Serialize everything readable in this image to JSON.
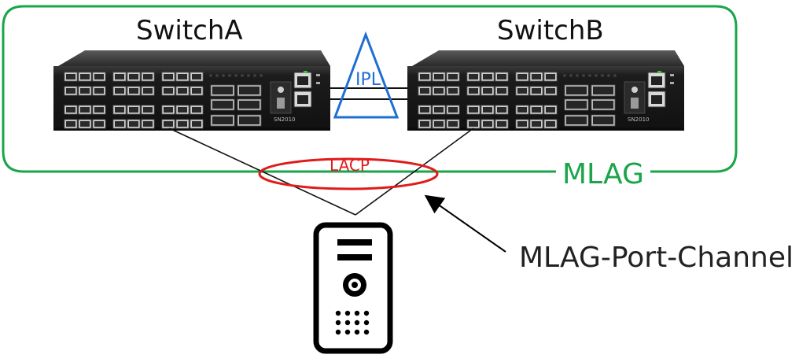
{
  "labels": {
    "switch_a": "SwitchA",
    "switch_b": "SwitchB",
    "ipl": "IPL",
    "lacp": "LACP",
    "mlag": "MLAG",
    "mlag_port_channel": "MLAG-Port-Channel"
  },
  "colors": {
    "mlag_green": "#1aa54a",
    "ipl_blue": "#1f6fd1",
    "lacp_red": "#e01b1b",
    "switch_body": "#1c1c1c",
    "server_stroke": "#000000"
  },
  "icons": {
    "switch_a": "network-switch-icon",
    "switch_b": "network-switch-icon",
    "server": "server-tower-icon",
    "arrow": "pointer-arrow-icon"
  }
}
